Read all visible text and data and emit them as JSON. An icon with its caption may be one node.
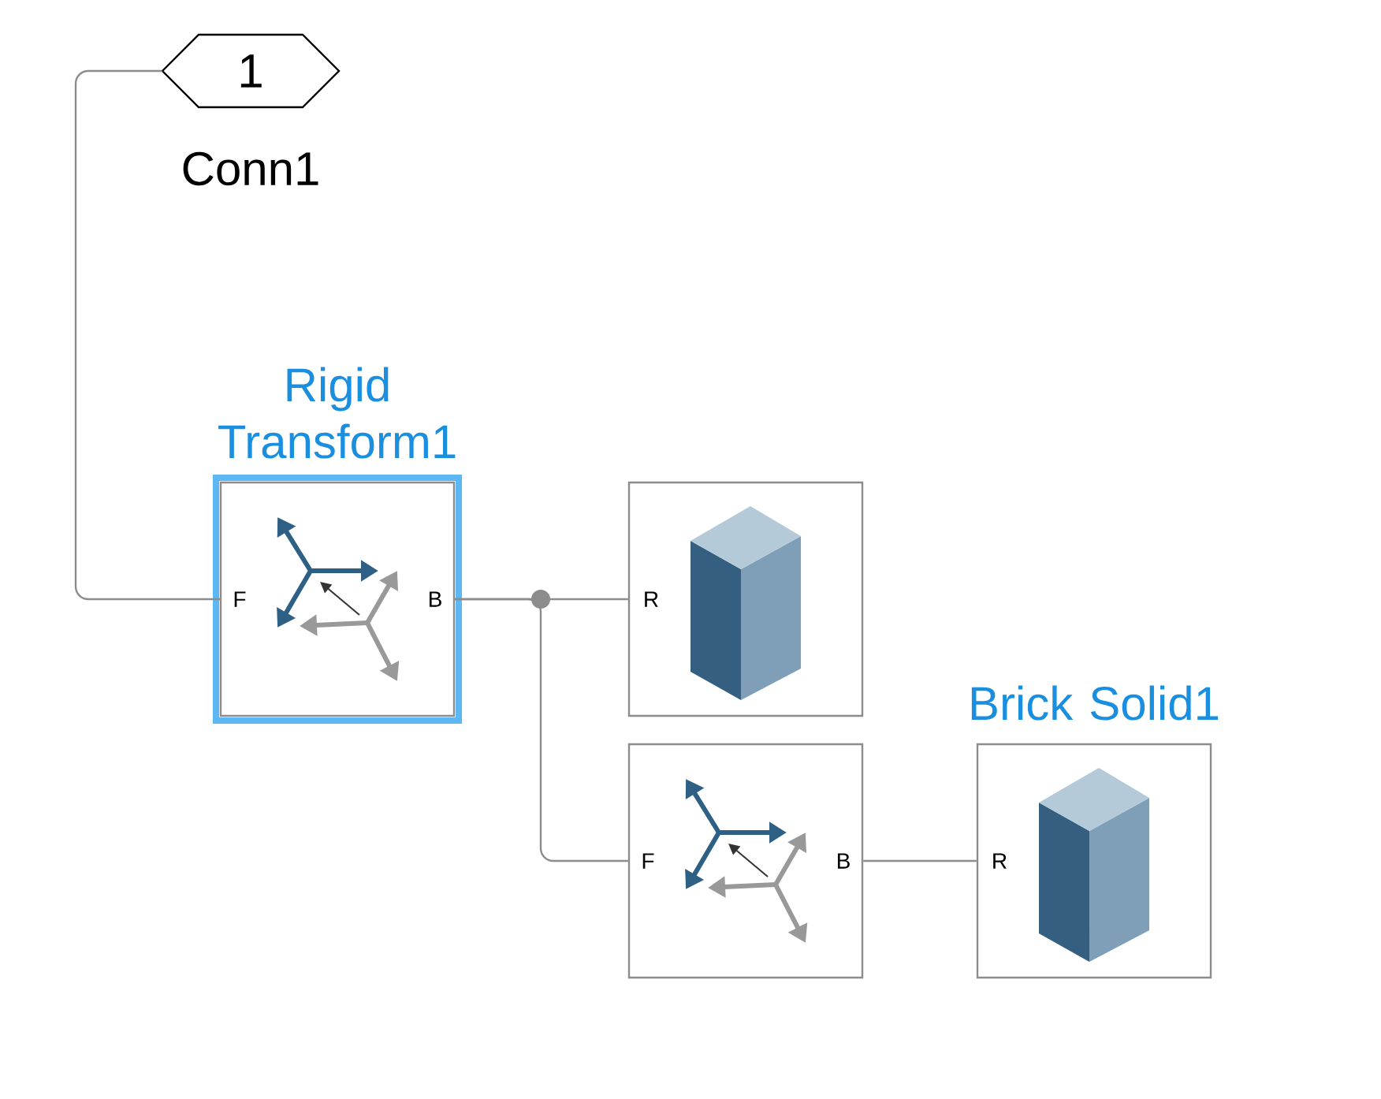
{
  "diagram": {
    "nodes": [
      {
        "text": [
          "1",
          "Conn1"
        ]
      },
      {
        "text": [
          "Rigid Transform1",
          "F",
          "B"
        ]
      },
      {
        "text": [
          "R"
        ]
      },
      {
        "text": [
          "F",
          "B"
        ]
      },
      {
        "text": [
          "Brick Solid1",
          "R"
        ]
      }
    ],
    "edges": [
      {
        "from": 0,
        "to": 1,
        "arrow": "none"
      },
      {
        "from": 1,
        "to": 2,
        "arrow": "none"
      },
      {
        "from": 1,
        "to": 3,
        "arrow": "none"
      },
      {
        "from": 3,
        "to": 4,
        "arrow": "none"
      }
    ]
  }
}
